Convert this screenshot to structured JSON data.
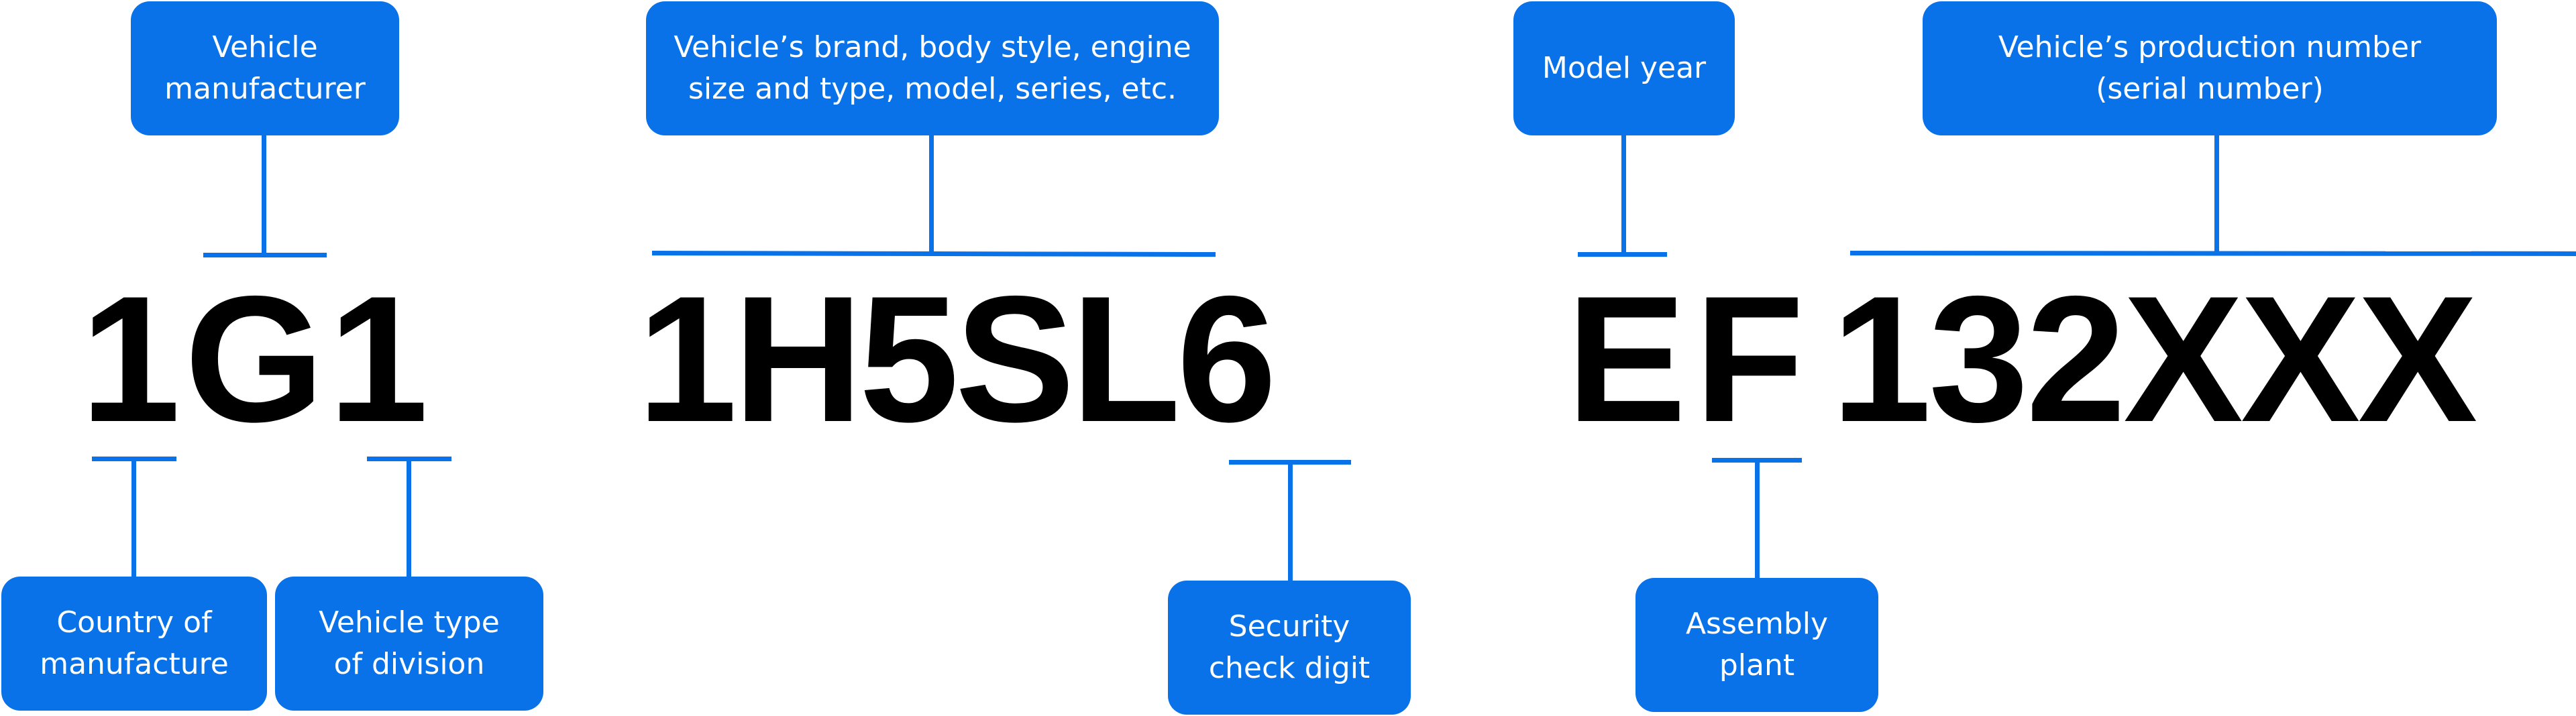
{
  "vin": {
    "wmi": "1G1",
    "vds": "1H5SL6",
    "year_plant": "EF",
    "serial": "132XXX"
  },
  "labels": {
    "vehicle_manufacturer": "Vehicle\nmanufacturer",
    "vehicle_descriptor": "Vehicle’s brand, body style, engine\nsize and type, model, series, etc.",
    "model_year": "Model year",
    "production_number": "Vehicle’s production number\n(serial number)",
    "country_of_manufacture": "Country of\nmanufacture",
    "vehicle_type": "Vehicle type\nof division",
    "security_check_digit": "Security\ncheck digit",
    "assembly_plant": "Assembly\nplant"
  },
  "colors": {
    "accent": "#0a72e8",
    "text": "#000000",
    "label_text": "#ffffff"
  }
}
